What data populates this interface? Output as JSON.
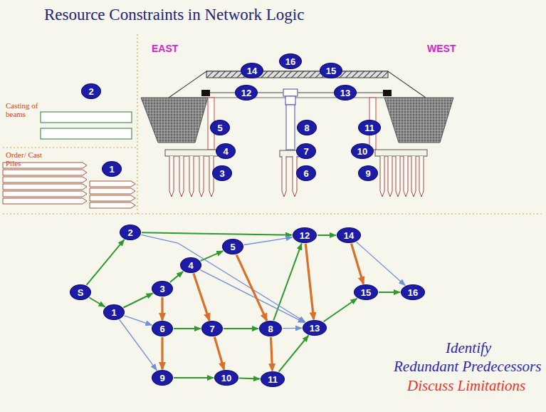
{
  "diagram": {
    "title": "Resource Constraints in Network Logic",
    "nodes": [
      {
        "text": [
          "16"
        ]
      },
      {
        "text": [
          "2"
        ]
      },
      {
        "text": [
          "14"
        ]
      },
      {
        "text": [
          "15"
        ]
      },
      {
        "text": [
          "12"
        ]
      },
      {
        "text": [
          "13"
        ]
      },
      {
        "text": [
          "5"
        ]
      },
      {
        "text": [
          "8"
        ]
      },
      {
        "text": [
          "11"
        ]
      },
      {
        "text": [
          "4"
        ]
      },
      {
        "text": [
          "7"
        ]
      },
      {
        "text": [
          "10"
        ]
      },
      {
        "text": [
          "1"
        ]
      },
      {
        "text": [
          "3"
        ]
      },
      {
        "text": [
          "6"
        ]
      },
      {
        "text": [
          "9"
        ]
      },
      {
        "text": [
          "S"
        ]
      },
      {
        "text": [
          "2"
        ]
      },
      {
        "text": [
          "1"
        ]
      },
      {
        "text": [
          "3"
        ]
      },
      {
        "text": [
          "4"
        ]
      },
      {
        "text": [
          "5"
        ]
      },
      {
        "text": [
          "6"
        ]
      },
      {
        "text": [
          "7"
        ]
      },
      {
        "text": [
          "8"
        ]
      },
      {
        "text": [
          "9"
        ]
      },
      {
        "text": [
          "10"
        ]
      },
      {
        "text": [
          "11"
        ]
      },
      {
        "text": [
          "12"
        ]
      },
      {
        "text": [
          "13"
        ]
      },
      {
        "text": [
          "14"
        ]
      },
      {
        "text": [
          "15"
        ]
      },
      {
        "text": [
          "16"
        ]
      }
    ],
    "edges": [
      {
        "from": 16,
        "to": 17,
        "arrow": "to"
      },
      {
        "from": 16,
        "to": 18,
        "arrow": "to"
      },
      {
        "from": 17,
        "to": 28,
        "arrow": "to"
      },
      {
        "from": 18,
        "to": 19,
        "arrow": "to"
      },
      {
        "from": 19,
        "to": 20,
        "arrow": "to"
      },
      {
        "from": 20,
        "to": 21,
        "arrow": "to"
      },
      {
        "from": 22,
        "to": 23,
        "arrow": "to"
      },
      {
        "from": 23,
        "to": 24,
        "arrow": "to"
      },
      {
        "from": 24,
        "to": 28,
        "arrow": "to"
      },
      {
        "from": 25,
        "to": 26,
        "arrow": "to"
      },
      {
        "from": 26,
        "to": 27,
        "arrow": "to"
      },
      {
        "from": 27,
        "to": 29,
        "arrow": "to"
      },
      {
        "from": 28,
        "to": 30,
        "arrow": "to"
      },
      {
        "from": 29,
        "to": 31,
        "arrow": "to"
      },
      {
        "from": 31,
        "to": 32,
        "arrow": "to"
      },
      {
        "from": 18,
        "to": 22,
        "arrow": "to"
      },
      {
        "from": 18,
        "to": 25,
        "arrow": "to"
      },
      {
        "from": 17,
        "to": 29,
        "arrow": "to"
      },
      {
        "from": 20,
        "to": 29,
        "arrow": "to"
      },
      {
        "from": 21,
        "to": 28,
        "arrow": "to"
      },
      {
        "from": 24,
        "to": 29,
        "arrow": "to"
      },
      {
        "from": 30,
        "to": 32,
        "arrow": "to"
      },
      {
        "from": 19,
        "to": 22,
        "arrow": "to"
      },
      {
        "from": 22,
        "to": 25,
        "arrow": "to"
      },
      {
        "from": 20,
        "to": 23,
        "arrow": "to"
      },
      {
        "from": 23,
        "to": 26,
        "arrow": "to"
      },
      {
        "from": 21,
        "to": 24,
        "arrow": "to"
      },
      {
        "from": 24,
        "to": 27,
        "arrow": "to"
      },
      {
        "from": 28,
        "to": 29,
        "arrow": "to"
      },
      {
        "from": 30,
        "to": 31,
        "arrow": "to"
      }
    ],
    "labels": [
      "EAST",
      "WEST",
      "Casting of beams",
      "Order/ Cast Piles",
      "Identify",
      "Redundant Predecessors",
      "Discuss Limitations"
    ]
  }
}
